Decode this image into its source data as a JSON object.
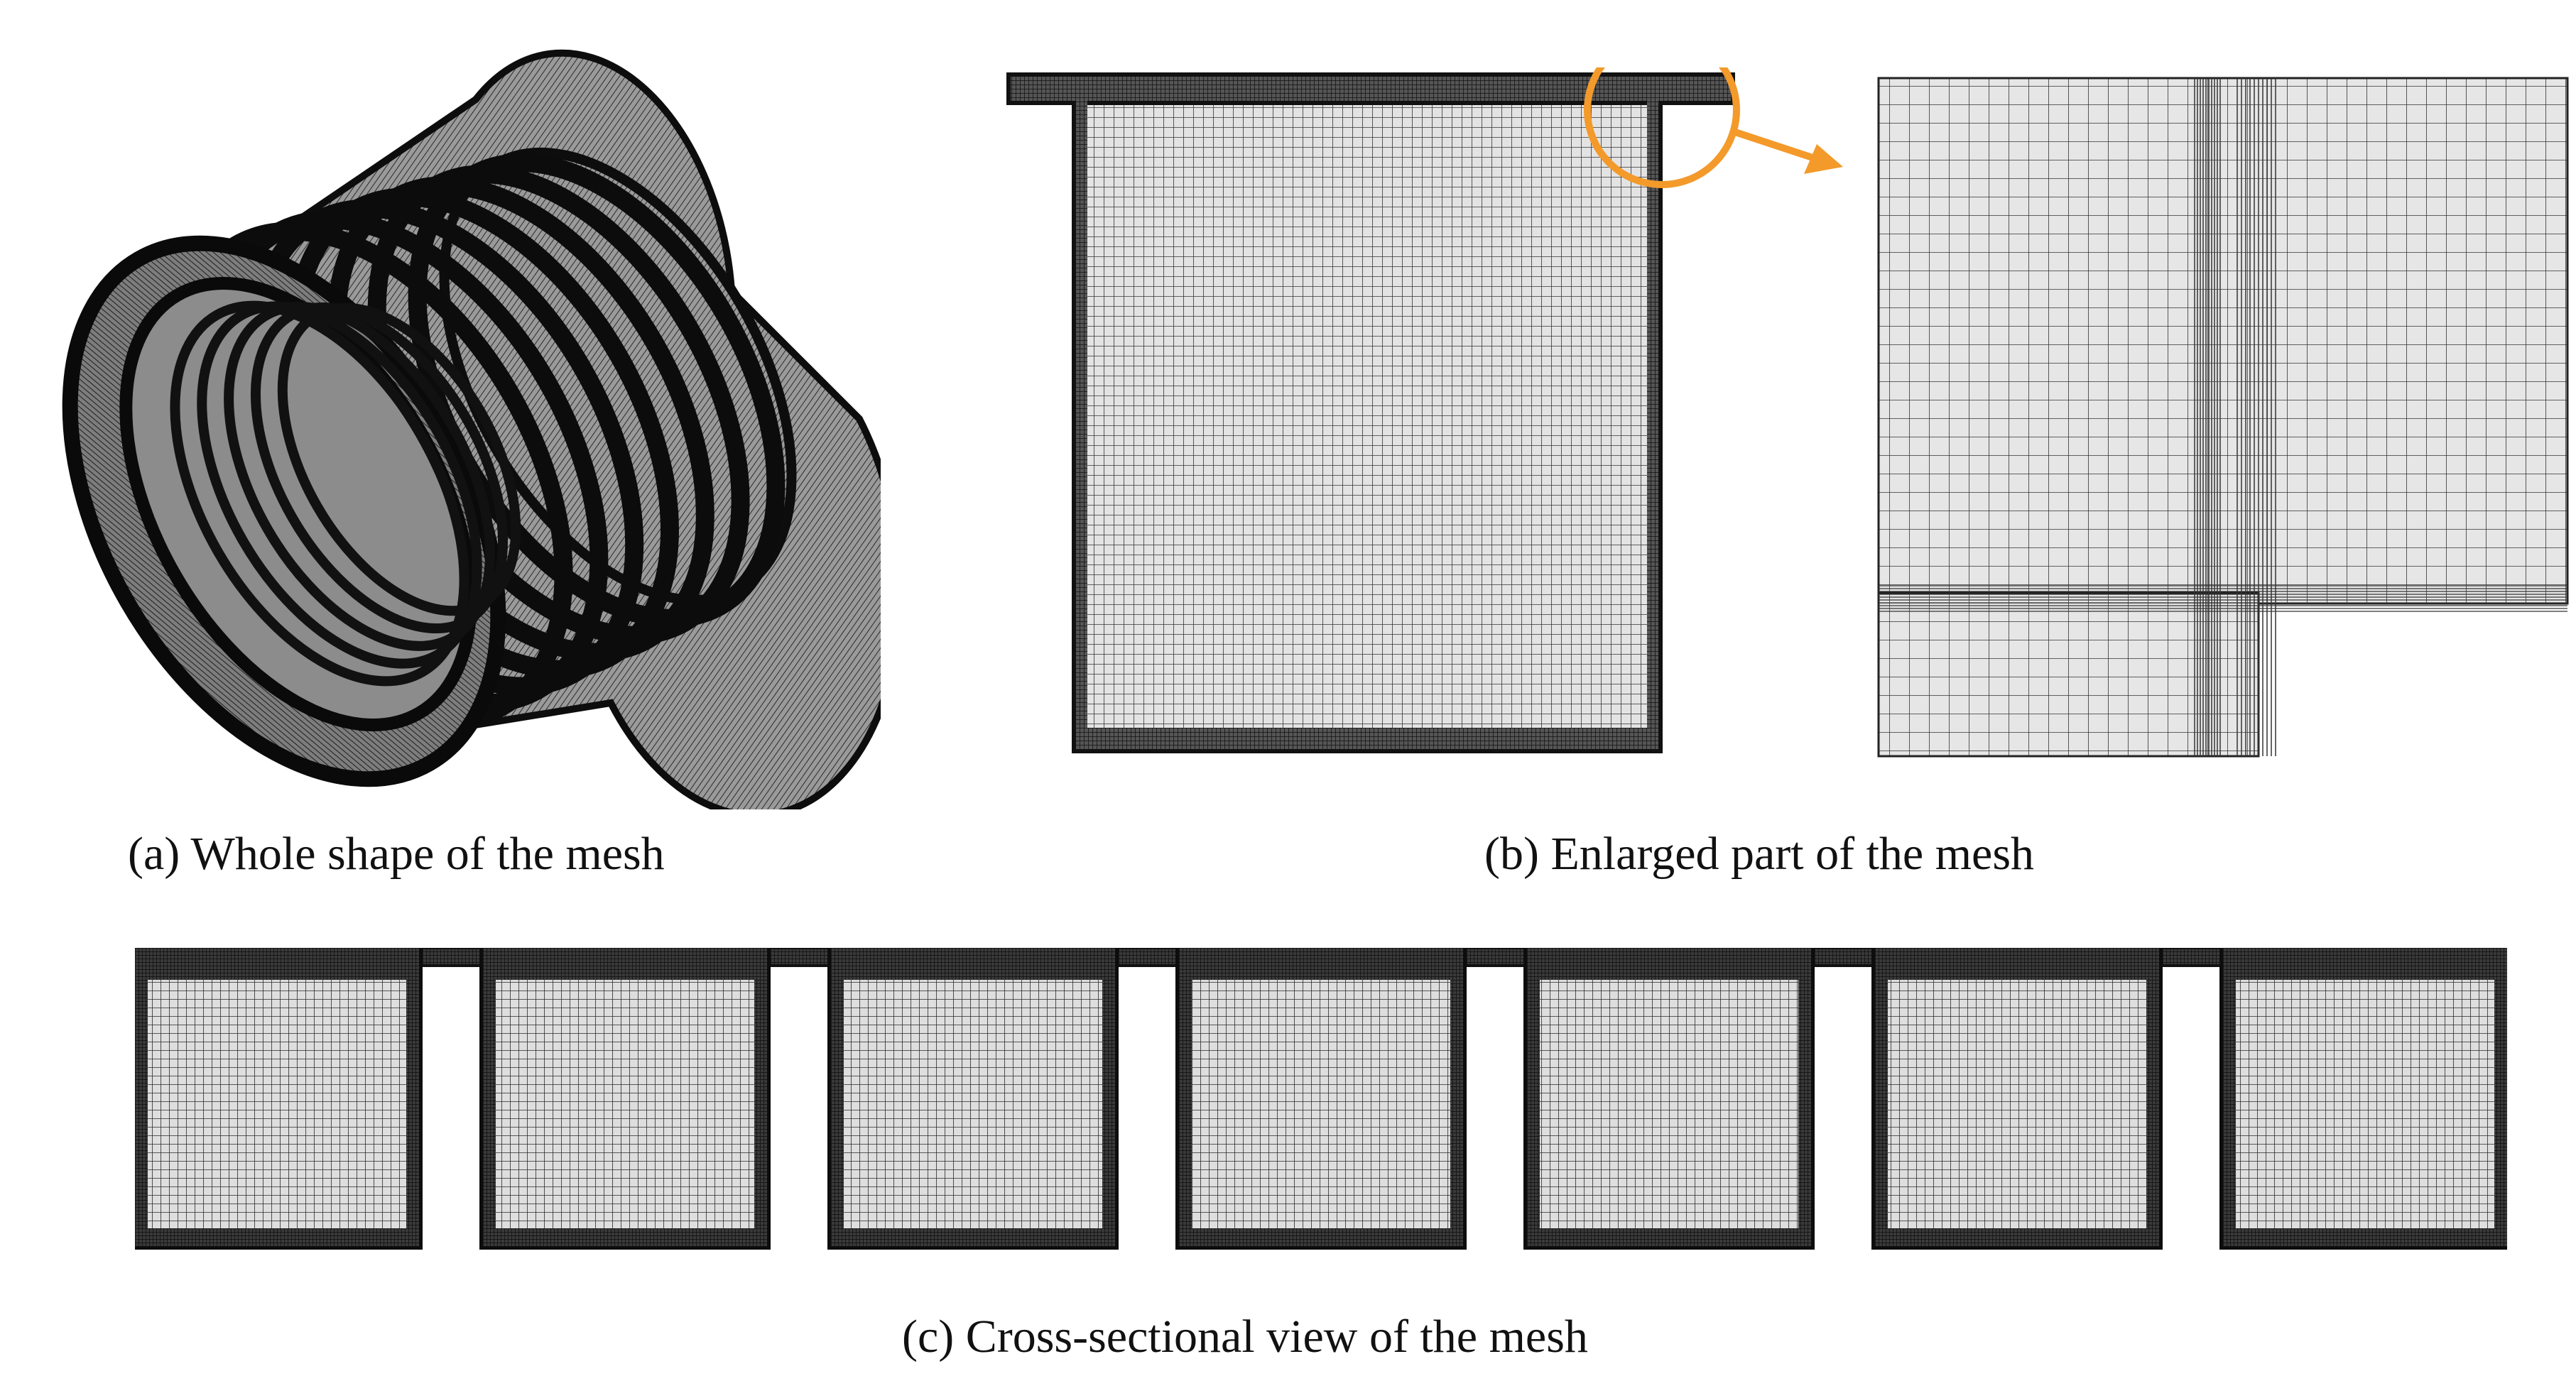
{
  "captions": {
    "a": "(a) Whole shape of the mesh",
    "b": "(b) Enlarged part of the mesh",
    "c": "(c) Cross-sectional view of the mesh"
  },
  "colors": {
    "mesh_dark": "#111111",
    "mesh_fill": "#e0e0e0",
    "highlight": "#f39a2b"
  },
  "panel_c": {
    "block_count": 7
  },
  "panel_a": {
    "groove_count": 7
  }
}
